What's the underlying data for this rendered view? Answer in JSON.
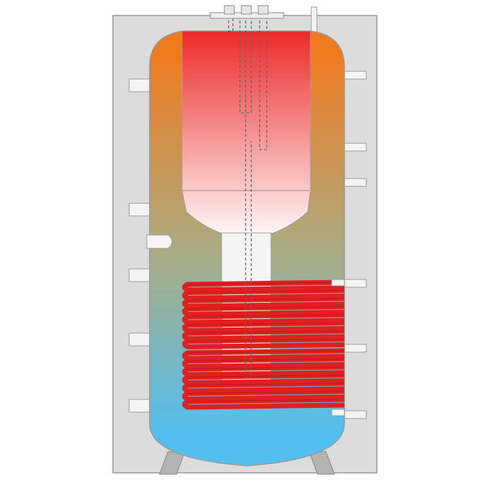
{
  "diagram": {
    "colors": {
      "background": "#ffffff",
      "insulation": "#dcdcdc",
      "outline": "#9a9a9a",
      "tank_top": "#f07a1e",
      "tank_middle": "#a9ad86",
      "tank_bottom": "#52bff0",
      "inner_top": "#ed2a2a",
      "inner_bottom": "#fdf6f6",
      "coil": "#e02020",
      "coil_dark": "#9e1010",
      "pipe": "#f4f4f4",
      "legs": "#b3b3b3"
    },
    "components": [
      "insulation-jacket",
      "storage-tank",
      "inner-hot-water-tank",
      "heating-coil-upper",
      "heating-coil-lower",
      "immersion-heater",
      "connection-ports",
      "support-legs"
    ],
    "coils": {
      "upper_turns": 8,
      "lower_turns": 7
    }
  }
}
